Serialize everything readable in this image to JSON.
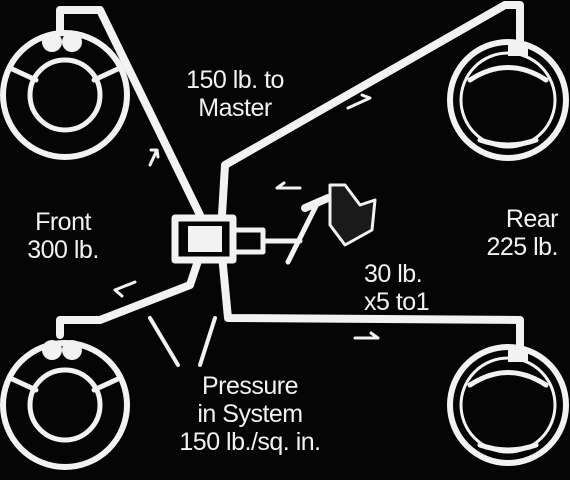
{
  "labels": {
    "master_line1": "150 lb. to",
    "master_line2": "Master",
    "front_line1": "Front",
    "front_line2": "300 lb.",
    "rear_line1": "Rear",
    "rear_line2": "225 lb.",
    "pedal_line1": "30 lb.",
    "pedal_line2": "x5 to1",
    "pressure_line1": "Pressure",
    "pressure_line2": "in System",
    "pressure_line3": "150 lb./sq. in."
  },
  "colors": {
    "background": "#050505",
    "lines": "#f2f2f2"
  }
}
